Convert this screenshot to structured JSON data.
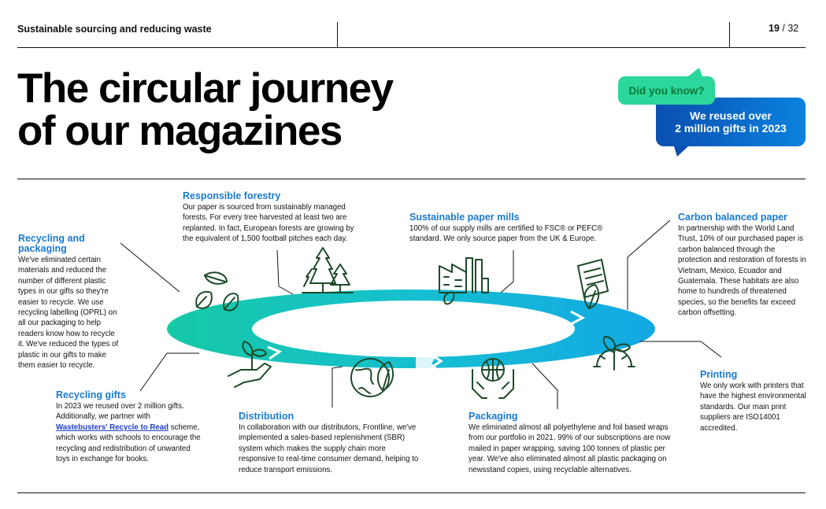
{
  "header": {
    "section": "Sustainable sourcing and reducing waste",
    "page_current": "19",
    "page_sep": " / ",
    "page_total": "32"
  },
  "title": {
    "line1": "The circular journey",
    "line2": "of our magazines"
  },
  "callout": {
    "question": "Did you know?",
    "fact_line1": "We reused over",
    "fact_line2": "2 million gifts in 2023"
  },
  "colors": {
    "accent_blue": "#1a7ad0",
    "teal": "#19c7b8",
    "green": "#2bd79a",
    "dark_blue": "#0a4fb0",
    "icon_green": "#1e4a2a"
  },
  "sections": {
    "forestry": {
      "title": "Responsible forestry",
      "body": "Our paper is sourced from sustainably managed forests. For every tree harvested at least two are replanted. In fact, European forests are growing by the equivalent of 1,500 football pitches each day.",
      "icon": "trees-icon"
    },
    "mills": {
      "title": "Sustainable paper mills",
      "body": "100% of our supply mills are certified to FSC® or PEFC® standard. We only source paper from the UK & Europe.",
      "icon": "factory-icon"
    },
    "carbon": {
      "title": "Carbon balanced paper",
      "body": "In partnership with the World Land Trust, 10% of our purchased paper is carbon balanced through the protection and restoration of forests in Vietnam, Mexico, Ecuador and Guatemala. These habitats are also home to hundreds of threatened species, so the benefits far exceed carbon offsetting.",
      "icon": "paper-leaf-icon"
    },
    "recycling": {
      "title_line1": "Recycling and",
      "title_line2": "packaging",
      "body": "We've eliminated certain materials and reduced the number of different plastic types in our gifts so they're easier to recycle. We use recycling labelling (OPRL) on all our packaging to help readers know how to recycle it. We've reduced the types of plastic in our gifts to make them easier to recycle.",
      "icon": "leaves-icon"
    },
    "gifts": {
      "title": "Recycling gifts",
      "body_before_link": "In 2023 we reused over 2 million gifts. Additionally, we partner with ",
      "link": "Wastebusters' Recycle to Read",
      "body_after_link": " scheme, which works with schools to encourage the recycling and redistribution of unwanted toys in exchange for books.",
      "icon": "hand-plant-icon"
    },
    "distribution": {
      "title": "Distribution",
      "body": "In collaboration with our distributors, Frontline, we've implemented a sales-based replenishment (SBR) system which makes the supply chain more responsive to real-time consumer demand, helping to reduce transport emissions.",
      "icon": "globe-leaf-icon"
    },
    "packaging": {
      "title": "Packaging",
      "body": "We eliminated almost all polyethylene and foil based wraps from our portfolio in 2021. 99% of our subscriptions are now mailed in paper wrapping, saving 100 tonnes of plastic per year. We've also eliminated almost all plastic packaging on newsstand copies, using recyclable alternatives.",
      "icon": "hands-globe-icon"
    },
    "printing": {
      "title": "Printing",
      "body": "We only work with printers that have the highest environmental standards. Our main print suppliers are ISO14001 accredited.",
      "icon": "gear-plant-icon"
    }
  }
}
